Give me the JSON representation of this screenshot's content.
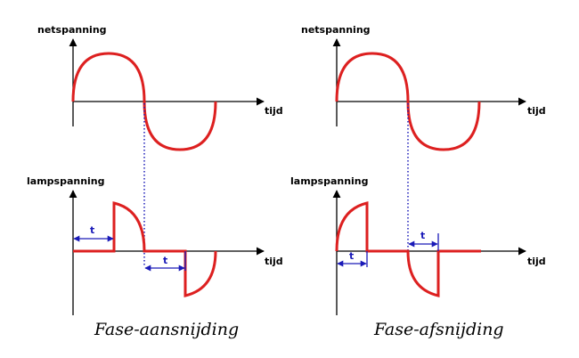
{
  "colors": {
    "waveform": "#dd2020",
    "axes": "#000000",
    "time_marker": "#1a1ab8",
    "projection_line": "#1a1ab8"
  },
  "left_diagram": {
    "top_y_label": "netspanning",
    "top_x_label": "tijd",
    "bottom_y_label": "lampspanning",
    "bottom_x_label": "tijd",
    "marker_label_1": "t",
    "marker_label_2": "t",
    "caption": "Fase-aansnijding"
  },
  "right_diagram": {
    "top_y_label": "netspanning",
    "top_x_label": "tijd",
    "bottom_y_label": "lampspanning",
    "bottom_x_label": "tijd",
    "marker_label_1": "t",
    "marker_label_2": "t",
    "caption": "Fase-afsnijding"
  }
}
